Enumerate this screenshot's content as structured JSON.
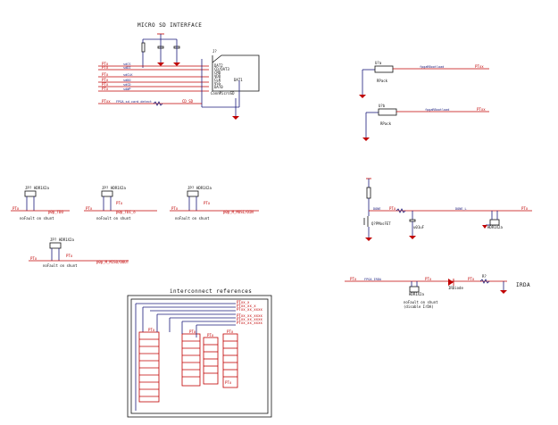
{
  "titles": {
    "micro_sd": "MICRO SD INTERFACE",
    "irda": "IRDA",
    "interconnect": "interconnect references"
  },
  "micro_sd": {
    "connector_ref": "J?",
    "connector_value": "ConnMicroSD",
    "nets": [
      "sdCS",
      "sdDI",
      "sdCLK",
      "sdDO",
      "sdCD",
      "sdWP"
    ],
    "pins": [
      "DAT2",
      "CD/DAT3",
      "CMD",
      "VDD",
      "CLK",
      "VSS",
      "DAT0",
      "DAT1"
    ],
    "bottom_net": "FPGA_sd_card_detect"
  },
  "pullups": {
    "part": "RPack",
    "top_net": "fpgaRBootload",
    "bottom_net": "fpgaRBootload"
  },
  "jumpers": [
    {
      "ref": "JP?",
      "label": "HDR1X2a",
      "net": "p0p_TDO",
      "note": "noFault on shunt"
    },
    {
      "ref": "JP?",
      "label": "HDR1X2a",
      "net": "p0p_TDI_o",
      "note": "noFault on shunt"
    },
    {
      "ref": "JP?",
      "label": "HDR1X2a",
      "net": "p0p_M_MOSI/DIN",
      "note": "noFault on shunt"
    },
    {
      "ref": "JP?",
      "label": "HDR1X2a",
      "net": "p0p_M_MISO/DOUT",
      "note": "noFault on shunt"
    }
  ],
  "mosfet_section": {
    "fet_label": "Q?PMosFET",
    "cap_label": "u01uF",
    "header": "HDR1X2a",
    "net_left": "DONE",
    "net_mid": "DONE_L"
  },
  "irda_section": {
    "net": "FPGA_IRDA",
    "diode": "IRDiode",
    "note_line1": "noFault on shunt",
    "note_line2": "(disable IrDA)",
    "resistor": "R?",
    "header": "HDR1X2a"
  },
  "colors": {
    "wire": "#1a1a7a",
    "net_label": "#c00000",
    "border": "#111111"
  }
}
